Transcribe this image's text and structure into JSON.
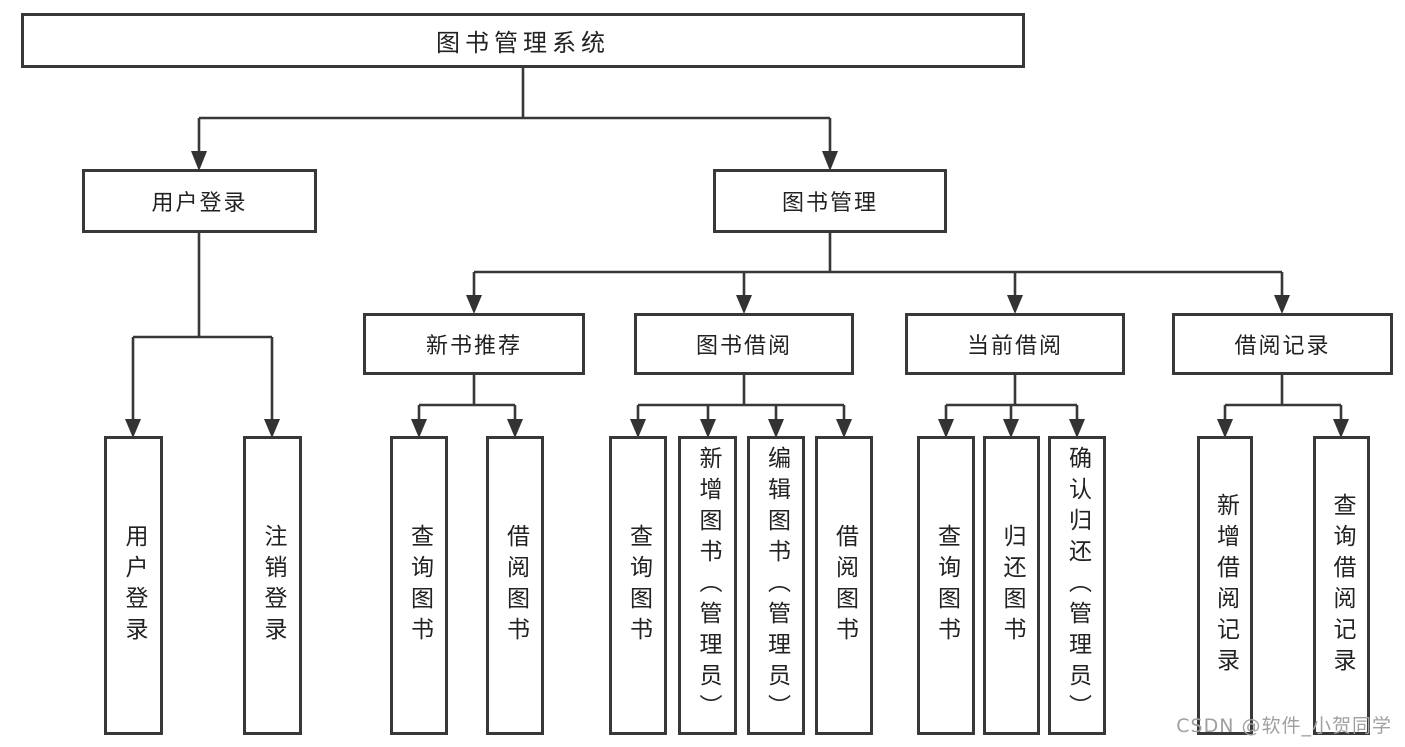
{
  "colors": {
    "line": "#383838",
    "ink": "#222222",
    "box_background": "#ffffff",
    "watermark": "#a0a0a0"
  },
  "watermark": "CSDN @软件_小贺同学",
  "tree": {
    "label": "图书管理系统",
    "children": [
      {
        "label": "用户登录",
        "children": [
          {
            "label": "用户登录"
          },
          {
            "label": "注销登录"
          }
        ]
      },
      {
        "label": "图书管理",
        "children": [
          {
            "label": "新书推荐",
            "children": [
              {
                "label": "查询图书"
              },
              {
                "label": "借阅图书"
              }
            ]
          },
          {
            "label": "图书借阅",
            "children": [
              {
                "label": "查询图书"
              },
              {
                "label": "新增图书（管理员）"
              },
              {
                "label": "编辑图书（管理员）"
              },
              {
                "label": "借阅图书"
              }
            ]
          },
          {
            "label": "当前借阅",
            "children": [
              {
                "label": "查询图书"
              },
              {
                "label": "归还图书"
              },
              {
                "label": "确认归还（管理员）"
              }
            ]
          },
          {
            "label": "借阅记录",
            "children": [
              {
                "label": "新增借阅记录"
              },
              {
                "label": "查询借阅记录"
              }
            ]
          }
        ]
      }
    ]
  }
}
